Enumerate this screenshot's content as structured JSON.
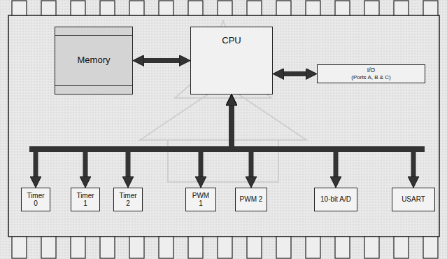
{
  "diagram": {
    "nodes": [
      {
        "text": [
          "Memory"
        ]
      },
      {
        "text": [
          "CPU"
        ]
      },
      {
        "text": [
          "I/O",
          "(Ports A, B & C)"
        ]
      },
      {
        "text": [
          "Timer 0"
        ]
      },
      {
        "text": [
          "Timer 1"
        ]
      },
      {
        "text": [
          "Timer 2"
        ]
      },
      {
        "text": [
          "PWM 1"
        ]
      },
      {
        "text": [
          "PWM 2"
        ]
      },
      {
        "text": [
          "10-bit A/D"
        ]
      },
      {
        "text": [
          "USART"
        ]
      }
    ],
    "edges": [
      {
        "from": 0,
        "to": 1,
        "arrow": "both"
      },
      {
        "from": 1,
        "to": 2,
        "arrow": "both"
      },
      {
        "from": 1,
        "to": 3,
        "arrow": "both"
      },
      {
        "from": 1,
        "to": 4,
        "arrow": "both"
      },
      {
        "from": 1,
        "to": 5,
        "arrow": "both"
      },
      {
        "from": 1,
        "to": 6,
        "arrow": "both"
      },
      {
        "from": 1,
        "to": 7,
        "arrow": "both"
      },
      {
        "from": 1,
        "to": 8,
        "arrow": "both"
      },
      {
        "from": 1,
        "to": 9,
        "arrow": "both"
      }
    ]
  }
}
